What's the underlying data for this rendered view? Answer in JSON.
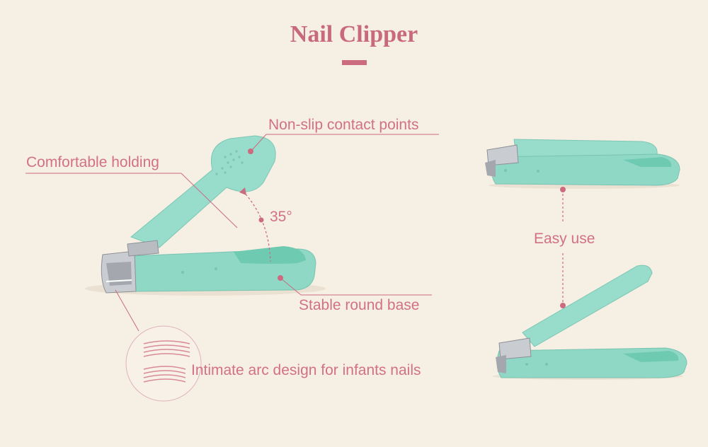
{
  "title": "Nail Clipper",
  "labels": {
    "non_slip": "Non-slip contact points",
    "comfortable": "Comfortable holding",
    "angle": "35°",
    "stable_base": "Stable round base",
    "arc_design": "Intimate arc design for infants nails",
    "easy_use": "Easy use"
  },
  "colors": {
    "background": "#f6efe4",
    "accent": "#cc6b80",
    "clipper_body": "#8fd8c5",
    "metal": "#c9ccd0"
  },
  "icons": [
    "nail-clipper-main-image",
    "nail-clipper-closed-image",
    "nail-clipper-open-image",
    "nail-arc-icon"
  ]
}
